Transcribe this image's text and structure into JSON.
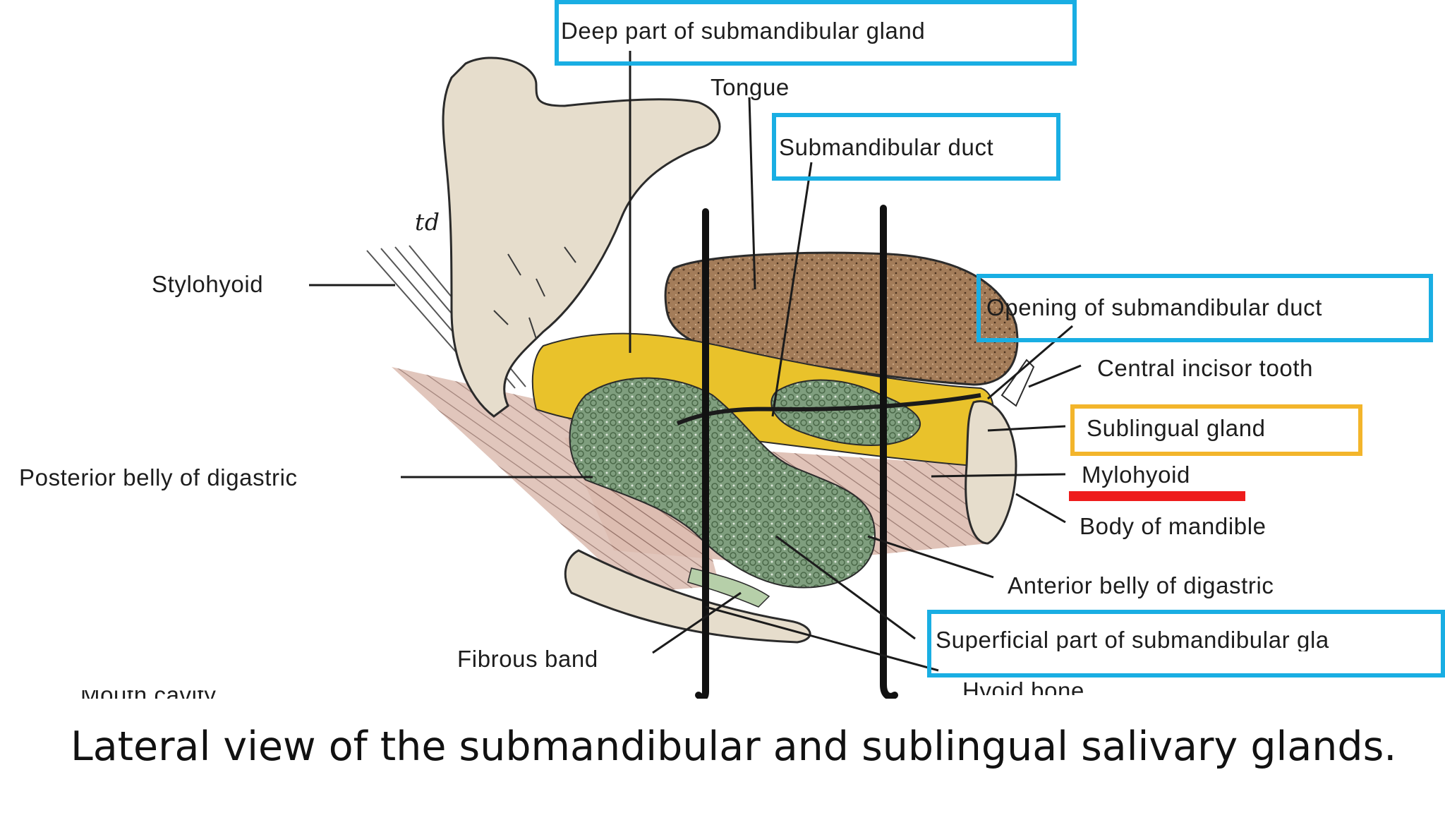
{
  "labels": {
    "deep_part": "Deep part of submandibular gland",
    "tongue": "Tongue",
    "submandibular_duct": "Submandibular duct",
    "td": "td",
    "stylohyoid": "Stylohyoid",
    "opening_duct": "Opening of submandibular duct",
    "central_incisor": "Central incisor tooth",
    "sublingual_gland": "Sublingual gland",
    "mylohyoid": "Mylohyoid",
    "posterior_belly": "Posterior belly of digastric",
    "body_mandible": "Body of mandible",
    "anterior_belly": "Anterior belly of digastric",
    "superficial_part": "Superficial part of submandibular gla",
    "fibrous_band": "Fibrous band",
    "hyoid_bone": "Hyoid bone",
    "cut_text": "Mouth cavity"
  },
  "caption": "Lateral view of the submandibular and sublingual salivary glands.",
  "colors": {
    "highlight_box": "#19aee3",
    "sublingual_box": "#f3b52b",
    "mylohyoid_underline": "#ee1c1c",
    "bone": "#e6ddcc",
    "tongue": "#a07a58",
    "sublingual_tissue": "#e9c22b",
    "submandibular_tissue": "#7f9e7e",
    "muscle": "#d9b8ad"
  }
}
